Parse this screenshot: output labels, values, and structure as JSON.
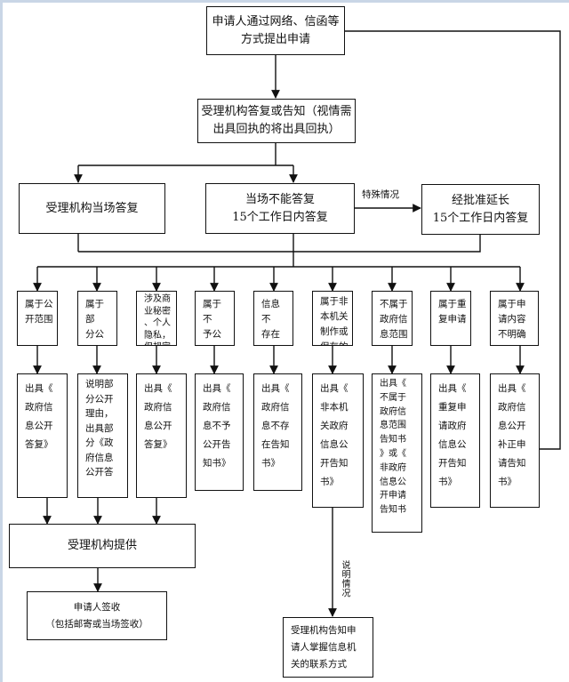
{
  "flowchart": {
    "start": "申请人通过网络、信函等\n方式提出申请",
    "acknowledge": "受理机构答复或告知（视情需\n出具回执的将出具回执）",
    "reply_on_spot": "受理机构当场答复",
    "reply_15_days": "当场不能答复\n15个工作日内答复",
    "special_case_label": "特殊情况",
    "extended": "经批准延长\n15个工作日内答复",
    "categories": [
      {
        "condition": "属于公\n开范围",
        "result": "出具《\n政府信\n息公开\n答复》"
      },
      {
        "condition": "属于部\n分公开\n范围",
        "result": "说明部\n分公开\n理由，\n出具部\n分《政\n府信息\n公开答"
      },
      {
        "condition": "涉及商\n业秘密\n、个人\n隐私，\n但规定\n予以公\n开的",
        "result": "出具《\n政府信\n息公开\n答复》"
      },
      {
        "condition": "属于不\n予公开\n范围",
        "result": "出具《\n政府信\n息不予\n公开告\n知书》"
      },
      {
        "condition": "信息不\n存在",
        "result": "出具《\n政府信\n息不存\n在告知\n书》"
      },
      {
        "condition": "属于非\n本机关\n制作或\n保存的",
        "result": "出具《\n非本机\n关政府\n信息公\n开告知\n书》"
      },
      {
        "condition": "不属于\n政府信\n息范围",
        "result": "出具《\n不属于\n政府信\n息范围\n告知书\n》或《\n非政府\n信息公\n开申请\n告知书"
      },
      {
        "condition": "属于重\n复申请",
        "result": "出具《\n重复申\n请政府\n信息公\n开告知\n书》"
      },
      {
        "condition": "属于申\n请内容\n不明确",
        "result": "出具《\n政府信\n息公开\n补正申\n请告知\n书》"
      }
    ],
    "provide": "受理机构提供",
    "receipt": "申请人签收\n（包括邮寄或当场签收）",
    "contact_label": "说明情况",
    "contact_box": "受理机构告知申\n请人掌握信息机\n关的联系方式"
  }
}
